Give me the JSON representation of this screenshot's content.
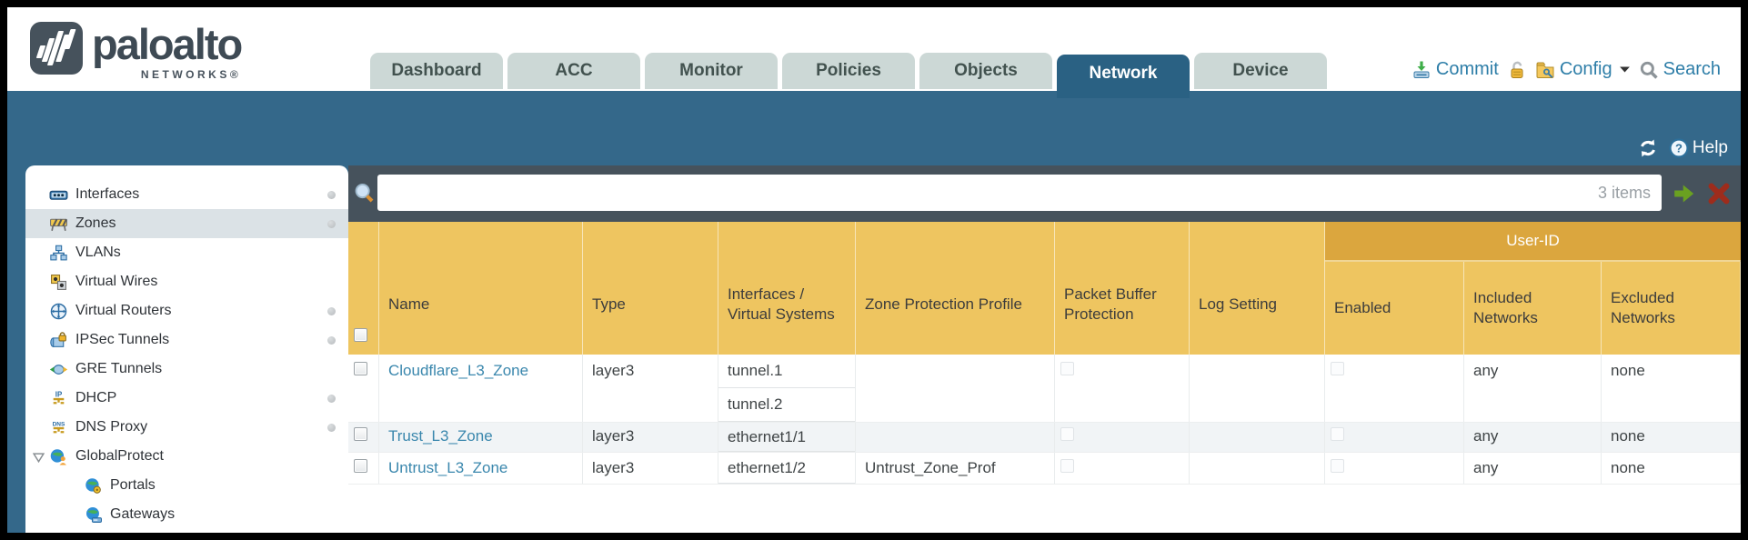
{
  "brand": {
    "name": "paloalto",
    "subname": "NETWORKS®"
  },
  "nav": {
    "tabs": [
      {
        "label": "Dashboard",
        "active": false
      },
      {
        "label": "ACC",
        "active": false
      },
      {
        "label": "Monitor",
        "active": false
      },
      {
        "label": "Policies",
        "active": false
      },
      {
        "label": "Objects",
        "active": false
      },
      {
        "label": "Network",
        "active": true
      },
      {
        "label": "Device",
        "active": false
      }
    ]
  },
  "utility": {
    "commit_label": "Commit",
    "config_label": "Config",
    "search_label": "Search"
  },
  "band": {
    "help_label": "Help"
  },
  "toolbar": {
    "filter_value": "",
    "items_text": "3 items"
  },
  "sidebar": {
    "items": [
      {
        "label": "Interfaces",
        "icon": "interfaces-icon",
        "dot": true
      },
      {
        "label": "Zones",
        "icon": "zones-icon",
        "dot": true,
        "selected": true
      },
      {
        "label": "VLANs",
        "icon": "vlans-icon"
      },
      {
        "label": "Virtual Wires",
        "icon": "virtual-wires-icon"
      },
      {
        "label": "Virtual Routers",
        "icon": "virtual-routers-icon",
        "dot": true
      },
      {
        "label": "IPSec Tunnels",
        "icon": "ipsec-tunnels-icon",
        "dot": true
      },
      {
        "label": "GRE Tunnels",
        "icon": "gre-tunnels-icon"
      },
      {
        "label": "DHCP",
        "icon": "dhcp-icon",
        "dot": true
      },
      {
        "label": "DNS Proxy",
        "icon": "dns-proxy-icon",
        "dot": true
      },
      {
        "label": "GlobalProtect",
        "icon": "globalprotect-icon",
        "expanded": true
      },
      {
        "label": "Portals",
        "icon": "portals-icon",
        "child": true
      },
      {
        "label": "Gateways",
        "icon": "gateways-icon",
        "child": true
      }
    ]
  },
  "table": {
    "group_label": "User-ID",
    "columns": [
      {
        "key": "select",
        "label": ""
      },
      {
        "key": "name",
        "label": "Name"
      },
      {
        "key": "type",
        "label": "Type"
      },
      {
        "key": "interfaces",
        "label": "Interfaces / Virtual Systems"
      },
      {
        "key": "zone_protection_profile",
        "label": "Zone Protection Profile"
      },
      {
        "key": "packet_buffer_protection",
        "label": "Packet Buffer Protection"
      },
      {
        "key": "log_setting",
        "label": "Log Setting"
      },
      {
        "key": "user_id_enabled",
        "label": "Enabled",
        "group": "User-ID"
      },
      {
        "key": "included_networks",
        "label": "Included Networks",
        "group": "User-ID"
      },
      {
        "key": "excluded_networks",
        "label": "Excluded Networks",
        "group": "User-ID"
      }
    ],
    "rows": [
      {
        "selected": false,
        "name": "Cloudflare_L3_Zone",
        "type": "layer3",
        "interfaces": [
          "tunnel.1",
          "tunnel.2"
        ],
        "zone_protection_profile": "",
        "packet_buffer_protection": false,
        "log_setting": "",
        "user_id_enabled": false,
        "included_networks": "any",
        "excluded_networks": "none"
      },
      {
        "selected": false,
        "name": "Trust_L3_Zone",
        "type": "layer3",
        "interfaces": [
          "ethernet1/1"
        ],
        "zone_protection_profile": "",
        "packet_buffer_protection": false,
        "log_setting": "",
        "user_id_enabled": false,
        "included_networks": "any",
        "excluded_networks": "none"
      },
      {
        "selected": false,
        "name": "Untrust_L3_Zone",
        "type": "layer3",
        "interfaces": [
          "ethernet1/2"
        ],
        "zone_protection_profile": "Untrust_Zone_Prof",
        "packet_buffer_protection": false,
        "log_setting": "",
        "user_id_enabled": false,
        "included_networks": "any",
        "excluded_networks": "none"
      }
    ]
  },
  "colors": {
    "teal": "#34688a",
    "slate": "#46525c",
    "header_gold": "#eec560",
    "group_gold": "#dba63e",
    "link_blue": "#2e7ea8",
    "active_tab": "#2a6183"
  }
}
